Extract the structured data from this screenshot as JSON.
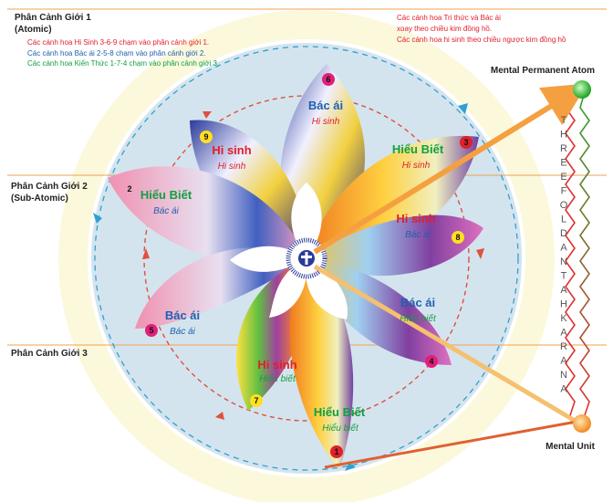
{
  "planes": {
    "p1_title": "Phân Cảnh Giới 1",
    "p1_sub": "(Atomic)",
    "p2_title": "Phân Cảnh Giới 2",
    "p2_sub": "(Sub-Atomic)",
    "p3_title": "Phân Cảnh Giới 3"
  },
  "legend_left": {
    "line1": "Các cánh hoa Hi Sinh 3-6-9 chạm vào phân cảnh giới 1.",
    "line2": "Các cánh hoa Bác ái 2-5-8 chạm vào phân cảnh giới 2.",
    "line3": "Các cánh hoa Kiến Thức 1-7-4 chạm vào phân cảnh giới 3."
  },
  "legend_right": {
    "line1": "Các cánh hoa Tri thức và Bác ái",
    "line2": "xoay theo chiều kim đồng hồ.",
    "line3": "Các cánh hoa hi sinh theo chiều ngược kim đồng hồ"
  },
  "labels": {
    "mental_permanent_atom": "Mental Permanent Atom",
    "mental_unit": "Mental Unit",
    "antahkarana": "THREEFOLDANTAHKARANA"
  },
  "petals": [
    {
      "num": "6",
      "main": "Bác ái",
      "sub": "Hi sinh"
    },
    {
      "num": "9",
      "main": "Hi sinh",
      "sub": "Hi sinh"
    },
    {
      "num": "3",
      "main": "Hiểu Biết",
      "sub": "Hi sinh"
    },
    {
      "num": "2",
      "main": "Hiểu Biết",
      "sub": "Bác ái"
    },
    {
      "num": "8",
      "main": "Hi sinh",
      "sub": "Bác ái"
    },
    {
      "num": "5",
      "main": "Bác ái",
      "sub": "Bác ái"
    },
    {
      "num": "4",
      "main": "Bác ái",
      "sub": "Hiểu biết"
    },
    {
      "num": "7",
      "main": "Hi sinh",
      "sub": "Hiểu biết"
    },
    {
      "num": "1",
      "main": "Hiểu Biết",
      "sub": "Hiểu biết"
    }
  ],
  "colors": {
    "plane_line": "#f0a050",
    "red_text": "#e0202a",
    "blue_text": "#2060b0",
    "green_text": "#10a040",
    "arrow_orange": "#f5a040"
  }
}
